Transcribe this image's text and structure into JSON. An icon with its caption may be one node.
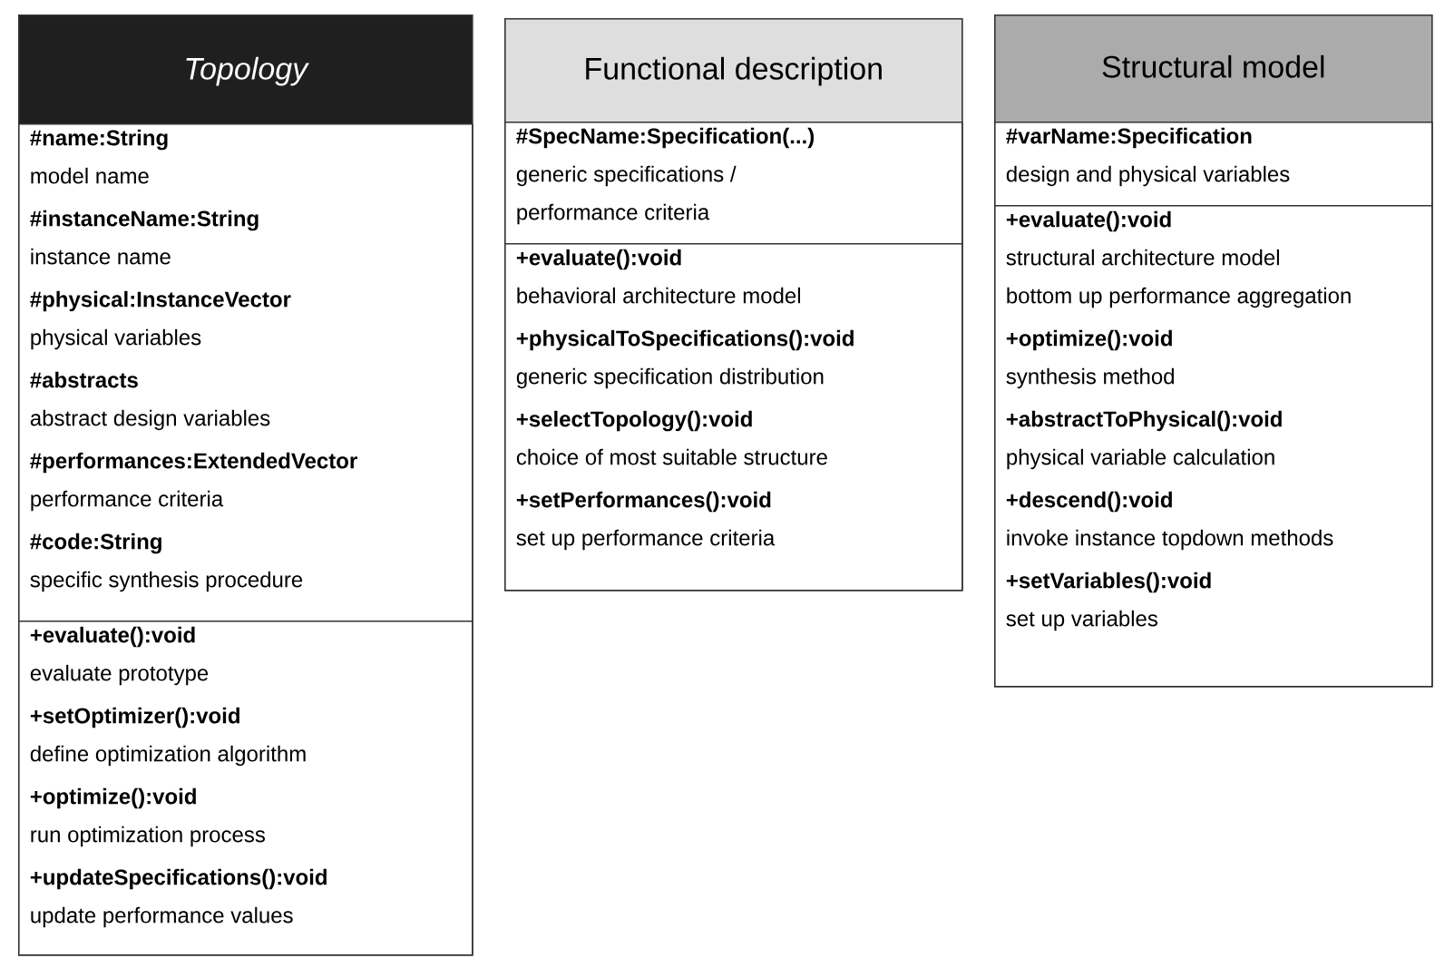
{
  "diagram": {
    "nodes": [
      {
        "text": [
          "Topology"
        ]
      },
      {
        "text": [
          "#name:String",
          "model name",
          "#instanceName:String",
          "instance name",
          "#physical:InstanceVector",
          "physical variables",
          "#abstracts",
          "abstract design variables",
          "#performances:ExtendedVector",
          "performance criteria",
          "#code:String",
          "specific synthesis procedure"
        ],
        "in": 0
      },
      {
        "text": [
          "+evaluate():void",
          "evaluate prototype",
          "+setOptimizer():void",
          "define optimization algorithm",
          "+optimize():void",
          "run optimization process",
          "+updateSpecifications():void",
          "update performance values"
        ],
        "in": 0
      },
      {
        "text": [
          "Functional description"
        ]
      },
      {
        "text": [
          "#SpecName:Specification(...)",
          "generic specifications / performance criteria"
        ],
        "in": 3
      },
      {
        "text": [
          "+evaluate():void",
          "behavioral architecture model",
          "+physicalToSpecifications():void",
          "generic specification distribution",
          "+selectTopology():void",
          "choice of most suitable structure",
          "+setPerformances():void",
          "set up performance criteria"
        ],
        "in": 3
      },
      {
        "text": [
          "Structural model"
        ]
      },
      {
        "text": [
          "#varName:Specification",
          "design and physical variables"
        ],
        "in": 6
      },
      {
        "text": [
          "+evaluate():void",
          "structural architecture model",
          "bottom up performance aggregation",
          "+optimize():void",
          "synthesis method",
          "+abstractToPhysical():void",
          "physical variable calculation",
          "+descend():void",
          "invoke instance topdown methods",
          "+setVariables():void",
          "set up variables"
        ],
        "in": 6
      }
    ]
  }
}
